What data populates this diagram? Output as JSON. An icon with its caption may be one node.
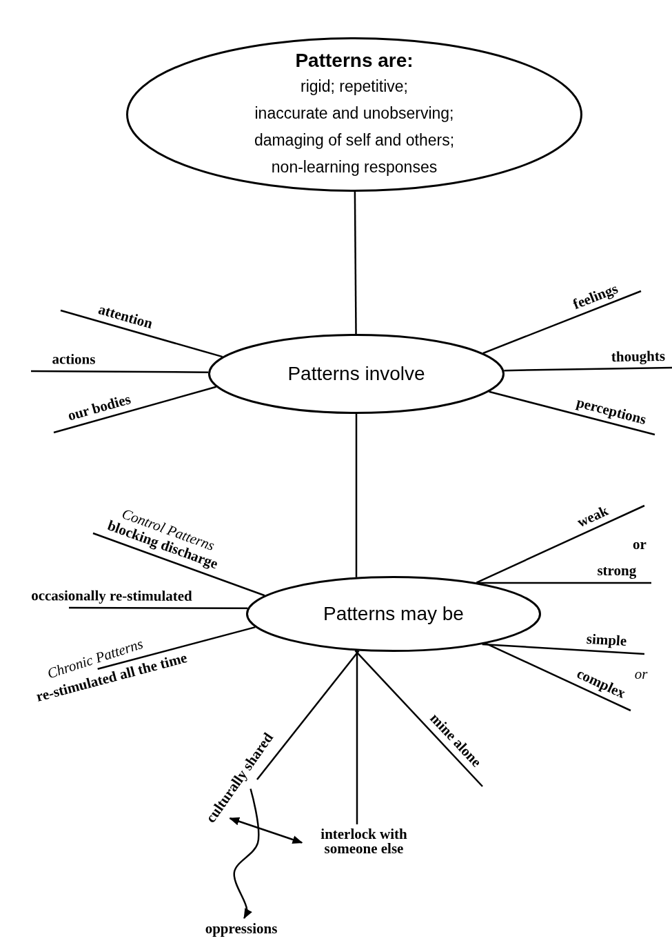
{
  "diagram": {
    "nodes": [
      {
        "text": [
          "Patterns are:",
          "rigid; repetitive;",
          "inaccurate and unobserving;",
          "damaging of self and others;",
          "non-learning responses"
        ]
      },
      {
        "text": [
          "Patterns involve"
        ]
      },
      {
        "text": [
          "Patterns may be"
        ]
      },
      {
        "text": [
          "culturally shared"
        ]
      },
      {
        "text": [
          "interlock with someone else"
        ]
      },
      {
        "text": [
          "oppressions"
        ]
      },
      {
        "text": [
          "Chronic Patterns"
        ]
      }
    ],
    "edges": [
      {
        "from": 0,
        "to": 1,
        "arrow": "none"
      },
      {
        "from": 1,
        "to": 2,
        "arrow": "none"
      },
      {
        "from": 1,
        "to": null,
        "arrow": "none",
        "label": "attention"
      },
      {
        "from": 1,
        "to": null,
        "arrow": "none",
        "label": "actions"
      },
      {
        "from": 1,
        "to": null,
        "arrow": "none",
        "label": "our bodies"
      },
      {
        "from": 1,
        "to": null,
        "arrow": "none",
        "label": "feelings"
      },
      {
        "from": 1,
        "to": null,
        "arrow": "none",
        "label": "thoughts"
      },
      {
        "from": 1,
        "to": null,
        "arrow": "none",
        "label": "perceptions"
      },
      {
        "from": 2,
        "to": null,
        "arrow": "none",
        "label": "*Control Patterns* blocking discharge"
      },
      {
        "from": 2,
        "to": null,
        "arrow": "none",
        "label": "occasionally re-stimulated"
      },
      {
        "from": 2,
        "to": 6,
        "arrow": "none",
        "label": "re-stimulated all the time"
      },
      {
        "from": 2,
        "to": null,
        "arrow": "none",
        "label": "weak"
      },
      {
        "from": 2,
        "to": null,
        "arrow": "none",
        "label": "strong"
      },
      {
        "from": 2,
        "to": null,
        "arrow": "none",
        "label": "simple"
      },
      {
        "from": 2,
        "to": null,
        "arrow": "none",
        "label": "complex"
      },
      {
        "from": 2,
        "to": null,
        "arrow": "none",
        "label": "mine alone"
      },
      {
        "from": 2,
        "to": 3,
        "arrow": "none"
      },
      {
        "from": 2,
        "to": 4,
        "arrow": "none"
      },
      {
        "from": 3,
        "to": 4,
        "arrow": "both"
      },
      {
        "from": 3,
        "to": 5,
        "arrow": "to"
      }
    ],
    "labels": [
      "or",
      "or"
    ]
  }
}
